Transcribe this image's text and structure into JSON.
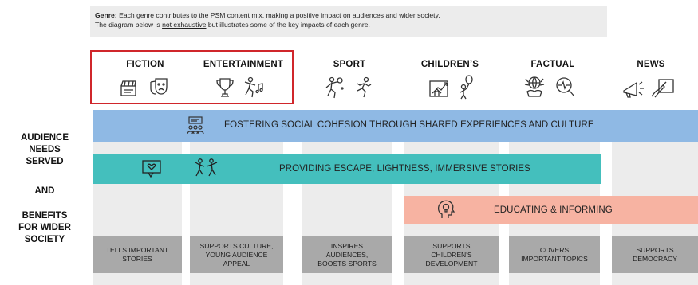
{
  "note": {
    "genre_label": "Genre:",
    "line1_rest": " Each genre contributes to the PSM content mix, making a positive impact on audiences and wider society.",
    "line2_pre": "The diagram below is ",
    "line2_underlined": "not exhaustive",
    "line2_post": " but illustrates some of the key impacts of each genre."
  },
  "genres": [
    {
      "label": "FICTION"
    },
    {
      "label": "ENTERTAINMENT"
    },
    {
      "label": "SPORT"
    },
    {
      "label": "CHILDREN’S"
    },
    {
      "label": "FACTUAL"
    },
    {
      "label": "NEWS"
    }
  ],
  "side_labels": {
    "audience": "AUDIENCE",
    "needs": "NEEDS",
    "served": "SERVED",
    "and": "AND",
    "benefits": "BENEFITS",
    "for_wider": "FOR WIDER",
    "society": "SOCIETY"
  },
  "bands": {
    "social": "FOSTERING SOCIAL COHESION THROUGH SHARED EXPERIENCES AND CULTURE",
    "escape": "PROVIDING ESCAPE, LIGHTNESS, IMMERSIVE STORIES",
    "educating": "EDUCATING & INFORMING"
  },
  "benefit_boxes": [
    {
      "line1": "TELLS IMPORTANT",
      "line2": "STORIES",
      "line3": ""
    },
    {
      "line1": "SUPPORTS CULTURE,",
      "line2": "YOUNG AUDIENCE",
      "line3": "APPEAL"
    },
    {
      "line1": "INSPIRES",
      "line2": "AUDIENCES,",
      "line3": "BOOSTS SPORTS"
    },
    {
      "line1": "SUPPORTS",
      "line2": "CHILDREN'S",
      "line3": "DEVELOPMENT"
    },
    {
      "line1": "COVERS",
      "line2": "IMPORTANT TOPICS",
      "line3": ""
    },
    {
      "line1": "SUPPORTS",
      "line2": "DEMOCRACY",
      "line3": ""
    }
  ],
  "colors": {
    "blue_band": "#8fb9e4",
    "teal_band": "#44bfbd",
    "salmon_band": "#f7b3a2",
    "column_bg": "#ececec",
    "box_bg": "#a9a9a9",
    "highlight_border": "#d0262b"
  },
  "icons": {
    "fiction": [
      "clapperboard-icon",
      "theatre-masks-icon"
    ],
    "entertainment": [
      "trophy-icon",
      "dancer-music-icon"
    ],
    "sport": [
      "tennis-player-icon",
      "runner-icon"
    ],
    "childrens": [
      "house-chart-icon",
      "child-balloon-icon"
    ],
    "factual": [
      "globe-hand-icon",
      "magnifier-heartbeat-icon"
    ],
    "news": [
      "megaphone-icon",
      "writing-hand-icon"
    ],
    "bands": [
      "audience-screen-icon",
      "speech-heart-icon",
      "dancing-people-icon",
      "head-lightbulb-icon"
    ]
  }
}
